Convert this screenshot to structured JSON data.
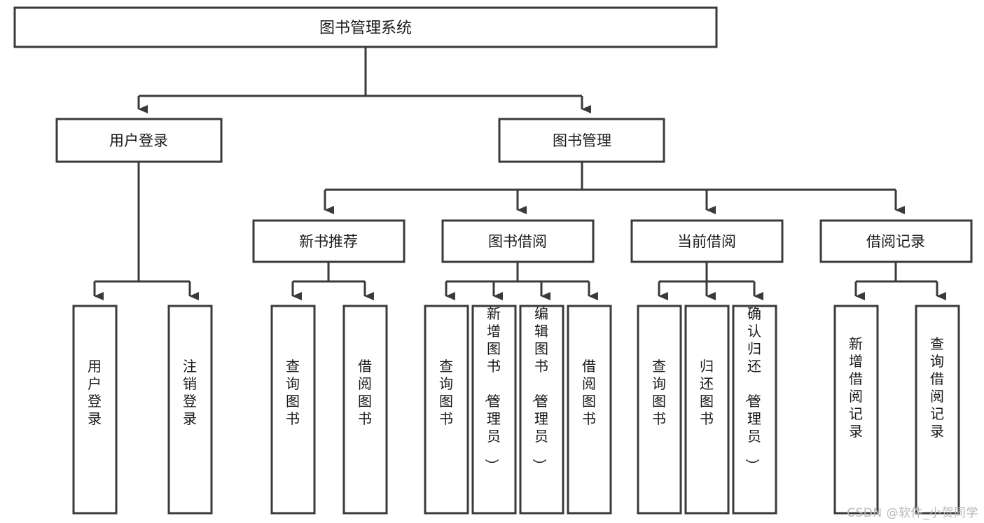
{
  "diagram": {
    "type": "hierarchy-tree",
    "title": "图书管理系统",
    "root": {
      "label": "图书管理系统"
    },
    "level1": [
      {
        "label": "用户登录"
      },
      {
        "label": "图书管理"
      }
    ],
    "level2": [
      {
        "label": "新书推荐"
      },
      {
        "label": "图书借阅"
      },
      {
        "label": "当前借阅"
      },
      {
        "label": "借阅记录"
      }
    ],
    "leaves": {
      "user_login": [
        {
          "label": "用户登录"
        },
        {
          "label": "注销登录"
        }
      ],
      "new_book_recommend": [
        {
          "label": "查询图书"
        },
        {
          "label": "借阅图书"
        }
      ],
      "book_borrow": [
        {
          "label": "查询图书"
        },
        {
          "label": "新增图书（管理员）"
        },
        {
          "label": "编辑图书（管理员）"
        },
        {
          "label": "借阅图书"
        }
      ],
      "current_borrow": [
        {
          "label": "查询图书"
        },
        {
          "label": "归还图书"
        },
        {
          "label": "确认归还（管理员）"
        }
      ],
      "borrow_record": [
        {
          "label": "新增借阅记录"
        },
        {
          "label": "查询借阅记录"
        }
      ]
    }
  },
  "watermark": {
    "text": "CSDN @软件_小贺同学"
  },
  "colors": {
    "box_border": "#3a3a3a",
    "box_fill": "#ffffff",
    "text": "#1a1a1a",
    "watermark": "#b9b9b9",
    "background": "#ffffff"
  }
}
